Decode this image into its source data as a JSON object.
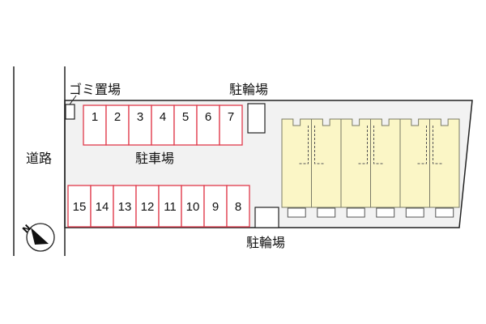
{
  "labels": {
    "road": "道路",
    "garbage": "ゴミ置場",
    "bike_parking_top": "駐輪場",
    "bike_parking_bottom": "駐輪場",
    "parking": "駐車場"
  },
  "parking": {
    "top_row": [
      "1",
      "2",
      "3",
      "4",
      "5",
      "6",
      "7"
    ],
    "bottom_row": [
      "15",
      "14",
      "13",
      "12",
      "11",
      "10",
      "9",
      "8"
    ]
  },
  "building": {
    "unit_count": 6
  },
  "compass": {
    "label": "N"
  },
  "colors": {
    "site_fill": "#f2f2f2",
    "outline": "#222222",
    "slot_border": "#e0394a",
    "slot_fill": "#ffffff",
    "building_fill": "#fbf6c6",
    "building_border": "#7a7a66"
  }
}
